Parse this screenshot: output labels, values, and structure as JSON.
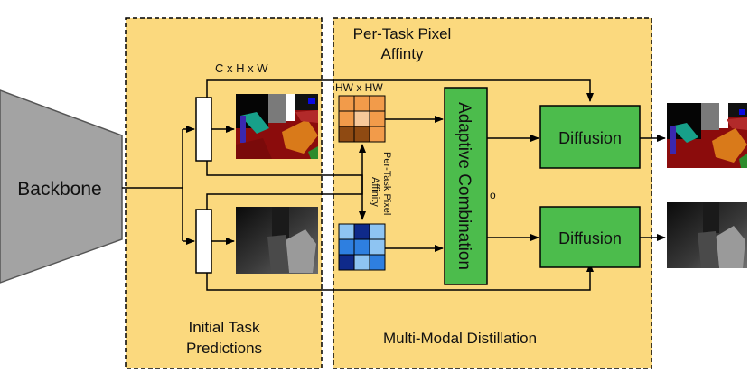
{
  "backbone": {
    "label": "Backbone"
  },
  "initial_panel": {
    "title_line1": "Initial Task",
    "title_line2": "Predictions"
  },
  "distill_panel": {
    "title": "Multi-Modal Distillation",
    "affinity_line1": "Per-Task Pixel",
    "affinity_line2": "Affinty"
  },
  "labels": {
    "chw": "C x H x W",
    "hwxhw": "HW x HW",
    "rotated_line1": "Per-Task Pixel",
    "rotated_line2": "Affinity"
  },
  "combination": {
    "label": "Adaptive Combination",
    "mark": "o"
  },
  "diffusion": {
    "top": "Diffusion",
    "bottom": "Diffusion"
  },
  "colors": {
    "panel_fill": "#fbd97e",
    "green": "#4cbc4c",
    "backbone_fill": "#a3a3a3",
    "orange_light": "#f7c89a",
    "orange_mid": "#f29b4a",
    "orange_dark": "#8f4a12",
    "blue_light": "#8ec4f2",
    "blue_mid": "#2e7fe0",
    "blue_dark": "#0f2a8a"
  }
}
